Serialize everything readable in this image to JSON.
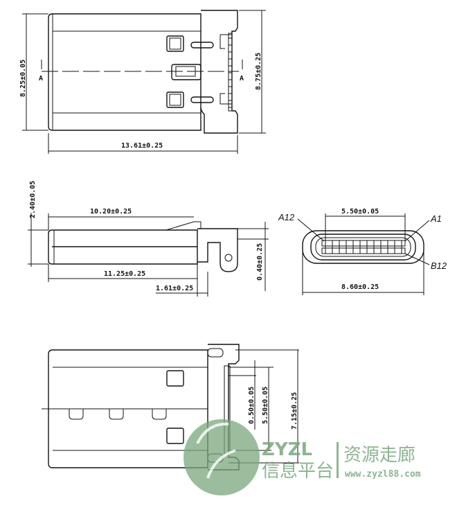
{
  "title": "USB Type-C connector dimension drawing",
  "top_view": {
    "width_left": "8.25±0.05",
    "width_right": "8.75±0.25",
    "length": "13.61±0.25",
    "section_marker": "A"
  },
  "side_view": {
    "height": "2.40±0.05",
    "length_upper": "10.20±0.25",
    "length_lower": "11.25±0.25",
    "tail_length": "1.61±0.25",
    "tail_offset": "0.40±0.25"
  },
  "front_view": {
    "pin_span": "5.50±0.05",
    "width": "8.60±0.25",
    "pin_a12": "A12",
    "pin_a1": "A1",
    "pin_b12": "B12"
  },
  "bottom_view": {
    "pitch": "0.50±0.05",
    "pin_span": "5.50±0.05",
    "overall": "7.15±0.25"
  },
  "watermark": {
    "brand": "ZYZL",
    "cn_left": "信息平台",
    "cn_right": "资源走廊",
    "url": "www.zyzl88.com"
  }
}
